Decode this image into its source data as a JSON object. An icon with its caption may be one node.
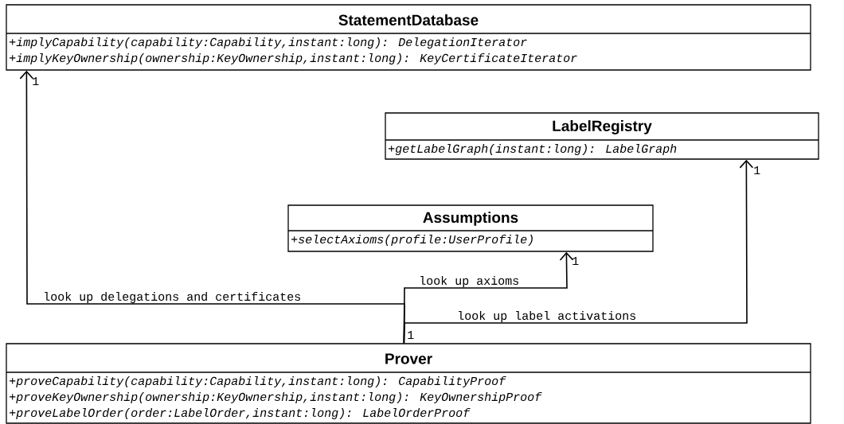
{
  "diagram": {
    "nodes": [
      {
        "text": [
          "StatementDatabase",
          "+implyCapability(capability:Capability,instant:long): DelegationIterator",
          "+implyKeyOwnership(ownership:KeyOwnership,instant:long): KeyCertificateIterator"
        ]
      },
      {
        "text": [
          "LabelRegistry",
          "+getLabelGraph(instant:long): LabelGraph"
        ]
      },
      {
        "text": [
          "Assumptions",
          "+selectAxioms(profile:UserProfile)"
        ]
      },
      {
        "text": [
          "Prover",
          "+proveCapability(capability:Capability,instant:long): CapabilityProof",
          "+proveKeyOwnership(ownership:KeyOwnership,instant:long): KeyOwnershipProof",
          "+proveLabelOrder(order:LabelOrder,instant:long): LabelOrderProof"
        ]
      }
    ],
    "edges": [
      {
        "from": 3,
        "to": 0,
        "arrow": "to",
        "label": "look up delegations and certificates"
      },
      {
        "from": 3,
        "to": 2,
        "arrow": "to",
        "label": "look up axioms"
      },
      {
        "from": 3,
        "to": 1,
        "arrow": "to",
        "label": "look up label activations"
      }
    ],
    "labels": [
      "1",
      "1",
      "1",
      "1"
    ]
  }
}
